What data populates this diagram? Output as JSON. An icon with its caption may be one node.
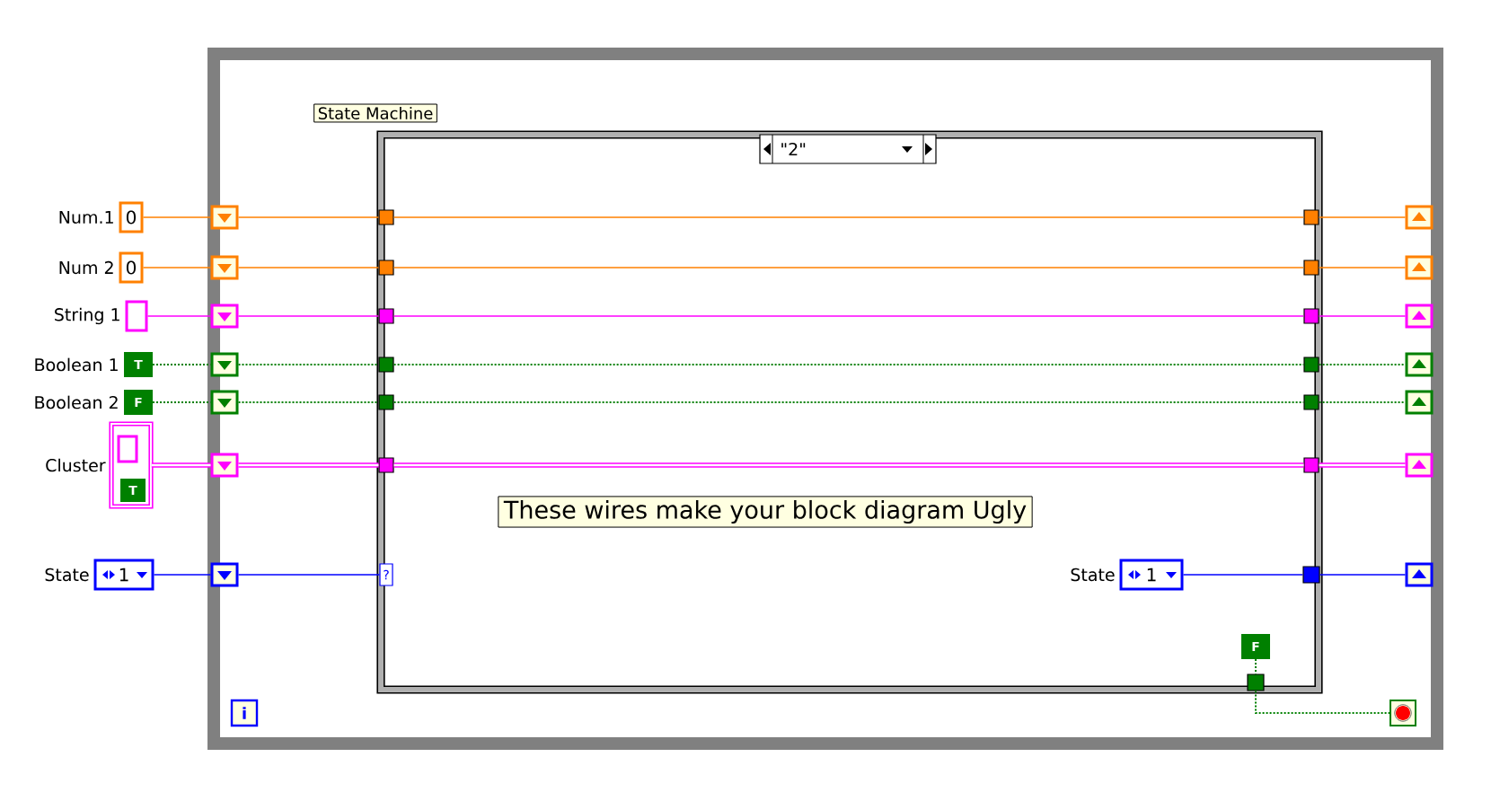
{
  "diagram": {
    "nodes": [
      {
        "text": [],
        "shape": "box"
      },
      {
        "text": [
          "\"2\""
        ],
        "in": 0
      },
      {
        "text": [
          "0"
        ],
        "beside": [
          "Num.1"
        ]
      },
      {
        "text": [
          "0"
        ],
        "beside": [
          "Num 2"
        ]
      },
      {
        "text": [],
        "shape": "box",
        "beside": [
          "String 1"
        ]
      },
      {
        "text": [
          "T"
        ],
        "beside": [
          "Boolean 1"
        ]
      },
      {
        "text": [
          "F"
        ],
        "beside": [
          "Boolean 2"
        ]
      },
      {
        "text": [],
        "shape": "box",
        "beside": [
          "Cluster"
        ]
      },
      {
        "text": [],
        "shape": "box",
        "in": 7
      },
      {
        "text": [
          "T"
        ],
        "in": 7
      },
      {
        "text": [
          "1"
        ],
        "beside": [
          "State"
        ]
      },
      {
        "text": [
          "State Machine"
        ],
        "in": 0
      },
      {
        "text": [],
        "shape": "box",
        "in": 0
      },
      {
        "text": [],
        "shape": "box",
        "in": 0
      },
      {
        "text": [],
        "shape": "box",
        "in": 0
      },
      {
        "text": [],
        "shape": "box",
        "in": 0
      },
      {
        "text": [],
        "shape": "box",
        "in": 0
      },
      {
        "text": [],
        "shape": "box",
        "in": 0
      },
      {
        "text": [],
        "shape": "box",
        "in": 0
      },
      {
        "text": [],
        "shape": "box",
        "in": 1
      },
      {
        "text": [],
        "shape": "box",
        "in": 1
      },
      {
        "text": [],
        "shape": "box",
        "in": 1
      },
      {
        "text": [],
        "shape": "box",
        "in": 1
      },
      {
        "text": [],
        "shape": "box",
        "in": 1
      },
      {
        "text": [],
        "shape": "box",
        "in": 1
      },
      {
        "text": [
          "?"
        ],
        "in": 1
      },
      {
        "text": [
          "These wires make your block diagram Ugly"
        ],
        "in": 1
      },
      {
        "text": [
          "1"
        ],
        "beside": [
          "State"
        ],
        "in": 1
      },
      {
        "text": [
          "F"
        ],
        "in": 1
      },
      {
        "text": [],
        "shape": "box",
        "in": 1
      },
      {
        "text": [],
        "shape": "box",
        "in": 1
      },
      {
        "text": [],
        "shape": "box",
        "in": 1
      },
      {
        "text": [],
        "shape": "box",
        "in": 1
      },
      {
        "text": [],
        "shape": "box",
        "in": 1
      },
      {
        "text": [],
        "shape": "box",
        "in": 1
      },
      {
        "text": [],
        "shape": "box",
        "in": 1
      },
      {
        "text": [],
        "shape": "box",
        "in": 1
      },
      {
        "text": [],
        "shape": "box",
        "in": 0
      },
      {
        "text": [],
        "shape": "box",
        "in": 0
      },
      {
        "text": [],
        "shape": "box",
        "in": 0
      },
      {
        "text": [],
        "shape": "box",
        "in": 0
      },
      {
        "text": [],
        "shape": "box",
        "in": 0
      },
      {
        "text": [],
        "shape": "box",
        "in": 0
      },
      {
        "text": [],
        "shape": "box",
        "in": 0
      },
      {
        "text": [],
        "shape": "box",
        "in": 0
      },
      {
        "text": [
          "i"
        ],
        "in": 0
      }
    ],
    "edges": [
      {
        "from": 2,
        "to": 12,
        "arrow": "none",
        "color": "#ff8000"
      },
      {
        "from": 12,
        "to": 19,
        "arrow": "none",
        "color": "#ff8000"
      },
      {
        "from": 19,
        "to": 29,
        "arrow": "none",
        "color": "#ff8000"
      },
      {
        "from": 29,
        "to": 37,
        "arrow": "none",
        "color": "#ff8000"
      },
      {
        "from": 3,
        "to": 13,
        "arrow": "none",
        "color": "#ff8000"
      },
      {
        "from": 13,
        "to": 20,
        "arrow": "none",
        "color": "#ff8000"
      },
      {
        "from": 20,
        "to": 30,
        "arrow": "none",
        "color": "#ff8000"
      },
      {
        "from": 30,
        "to": 38,
        "arrow": "none",
        "color": "#ff8000"
      },
      {
        "from": 4,
        "to": 14,
        "arrow": "none",
        "color": "#ff00ff"
      },
      {
        "from": 14,
        "to": 21,
        "arrow": "none",
        "color": "#ff00ff"
      },
      {
        "from": 21,
        "to": 31,
        "arrow": "none",
        "color": "#ff00ff"
      },
      {
        "from": 31,
        "to": 39,
        "arrow": "none",
        "color": "#ff00ff"
      },
      {
        "from": 5,
        "to": 15,
        "arrow": "none",
        "style": "dashed",
        "color": "#008000"
      },
      {
        "from": 15,
        "to": 22,
        "arrow": "none",
        "style": "dashed",
        "color": "#008000"
      },
      {
        "from": 22,
        "to": 32,
        "arrow": "none",
        "style": "dashed",
        "color": "#008000"
      },
      {
        "from": 32,
        "to": 40,
        "arrow": "none",
        "style": "dashed",
        "color": "#008000"
      },
      {
        "from": 6,
        "to": 16,
        "arrow": "none",
        "style": "dashed",
        "color": "#008000"
      },
      {
        "from": 16,
        "to": 23,
        "arrow": "none",
        "style": "dashed",
        "color": "#008000"
      },
      {
        "from": 23,
        "to": 33,
        "arrow": "none",
        "style": "dashed",
        "color": "#008000"
      },
      {
        "from": 33,
        "to": 41,
        "arrow": "none",
        "style": "dashed",
        "color": "#008000"
      },
      {
        "from": 7,
        "to": 17,
        "arrow": "none",
        "style": "thick",
        "color": "#ff00ff"
      },
      {
        "from": 17,
        "to": 24,
        "arrow": "none",
        "style": "thick",
        "color": "#ff00ff"
      },
      {
        "from": 24,
        "to": 34,
        "arrow": "none",
        "style": "thick",
        "color": "#ff00ff"
      },
      {
        "from": 34,
        "to": 42,
        "arrow": "none",
        "style": "thick",
        "color": "#ff00ff"
      },
      {
        "from": 10,
        "to": 18,
        "arrow": "none",
        "color": "#0000ff"
      },
      {
        "from": 18,
        "to": 25,
        "arrow": "none",
        "color": "#0000ff"
      },
      {
        "from": 27,
        "to": 35,
        "arrow": "none",
        "color": "#0000ff"
      },
      {
        "from": 35,
        "to": 43,
        "arrow": "none",
        "color": "#0000ff"
      },
      {
        "from": 28,
        "to": 36,
        "arrow": "none",
        "style": "dashed",
        "color": "#008000"
      },
      {
        "from": 36,
        "to": 44,
        "arrow": "none",
        "style": "dashed",
        "color": "#008000"
      }
    ]
  }
}
